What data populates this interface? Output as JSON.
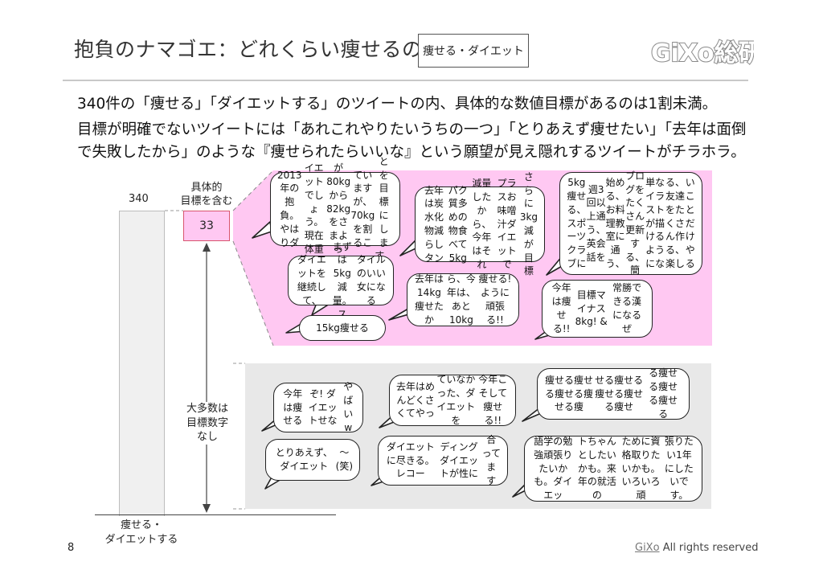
{
  "header": {
    "title": "抱負のナマゴエ：どれくらい痩せるの？",
    "tag": "痩せる・ダイエット",
    "logo": "GiXo総研"
  },
  "lead": {
    "line1": "340件の「痩せる」「ダイエットする」のツイートの内、具体的な数値目標があるのは1割未満。",
    "line2": "目標が明確でないツイートには「あれこれやりたいうちの一つ」「とりあえず痩せたい」「去年は面倒",
    "line3": "で失敗したから」のような『痩せられたらいいな』という願望が見え隠れするツイートがチラホラ。"
  },
  "diagram": {
    "total_label": "340",
    "specific_label_line1": "具体的",
    "specific_label_line2": "目標を含む",
    "specific_value": "33",
    "majority_line1": "大多数は",
    "majority_line2": "目標数字",
    "majority_line3": "なし",
    "axis_line1": "痩せる・",
    "axis_line2": "ダイエットする"
  },
  "pink_bubbles": [
    [
      "2013年の抱負。やはりダ",
      "イエットでしょう。現在体重",
      "が80kgから82kgをさまよっ",
      "ていますが、70kgを割るこ",
      "とを目標にします。"
    ],
    [
      "去年は炭水化物減らしタン",
      "パク質多めの物食べて5kg",
      "減量したから、今年はそれ",
      "プラスお味噌汁ダイエットで",
      "さらに3kg減が目標"
    ],
    [
      "5kg痩せる、スポーツクラブに",
      "週3回以上通う、英会話を",
      "始める、お料理教室に通う、",
      "ブログをたくさん更新する、簡",
      "単なイラストが描けるようにな",
      "る、友達をたくさん作る、楽し",
      "いことだけやる"
    ],
    [
      "ダイエットを継続して、",
      "まずは5kg減量。ス",
      "タイルのいい女になる"
    ],
    [
      "去年は14kg痩せたか",
      "ら、今年は、あと10kg",
      "痩せる! ように頑張る!!"
    ],
    [
      "今年は痩せる!!",
      "目標マイナス8kg! &",
      "常勝できる漢になるぜ"
    ],
    [
      "15kg痩せる"
    ]
  ],
  "gray_bubbles": [
    [
      "今年は痩せる",
      "ぞ! ダイエットせな",
      "やばいw"
    ],
    [
      "去年はめんどくさくてやっ",
      "ていなかった、ダイエットを",
      "今年こそして痩せる!!"
    ],
    [
      "痩せる痩せる痩せる痩せる痩",
      "せる痩せる痩せる痩せる痩せ",
      "る痩せる痩せる痩せる"
    ],
    [
      "とりあえず、ダイエット",
      "〜(笑)"
    ],
    [
      "ダイエットに尽きる。 レコー",
      "ディングダイエットが性に",
      "合ってます"
    ],
    [
      "語学の勉強頑張りたいかも。ダイエッ",
      "トちゃんとしたいかも。来年の就活の",
      "ために資格取りたいかも。いろいろ頑",
      "張りたい1年にしたいです。"
    ]
  ],
  "footer": {
    "page": "8",
    "brand": "GiXo",
    "rights": "All rights reserved"
  },
  "colors": {
    "pink_panel": "#ffc8f2",
    "gray_panel": "#e8e8e8",
    "box_border": "#d8556e"
  }
}
